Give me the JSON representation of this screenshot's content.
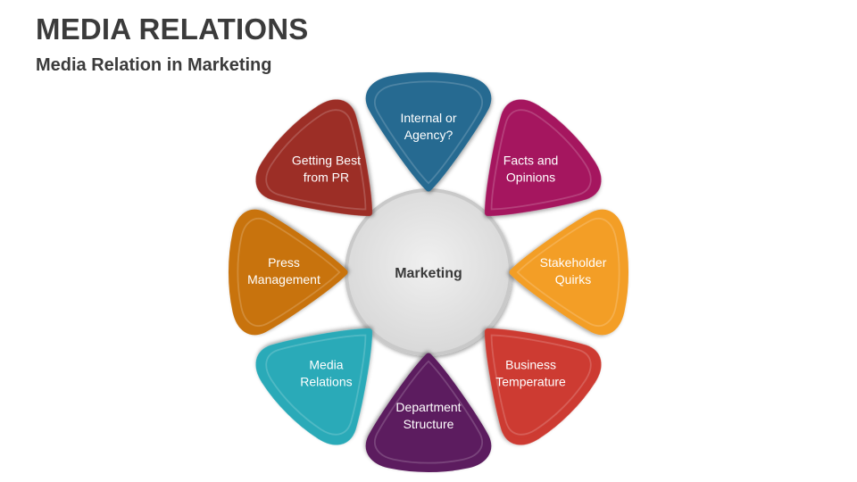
{
  "header": {
    "title": "MEDIA RELATIONS",
    "subtitle": "Media Relation in Marketing"
  },
  "diagram": {
    "center": {
      "label": "Marketing",
      "color": "#e2e2e2"
    },
    "petals": [
      {
        "line1": "Internal or",
        "line2": "Agency?",
        "color": "#276a91"
      },
      {
        "line1": "Facts and",
        "line2": "Opinions",
        "color": "#a5175e"
      },
      {
        "line1": "Stakeholder",
        "line2": "Quirks",
        "color": "#f39e27"
      },
      {
        "line1": "Business",
        "line2": "Temperature",
        "color": "#cd3a30"
      },
      {
        "line1": "Department",
        "line2": "Structure",
        "color": "#5c1d5e"
      },
      {
        "line1": "Media",
        "line2": "Relations",
        "color": "#2aaab8"
      },
      {
        "line1": "Press",
        "line2": "Management",
        "color": "#c8730f"
      },
      {
        "line1": "Getting Best",
        "line2": "from PR",
        "color": "#9c2f28"
      }
    ]
  }
}
